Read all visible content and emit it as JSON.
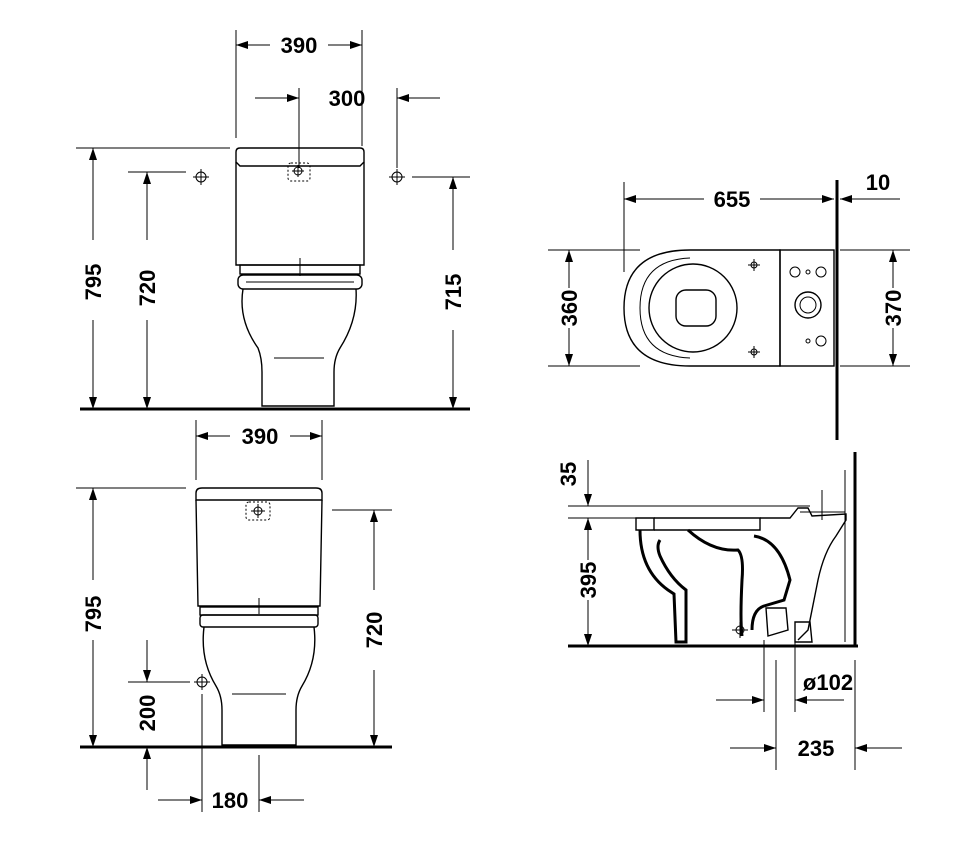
{
  "front_view": {
    "width_tank": "390",
    "fixing_spacing": "300",
    "total_height": "795",
    "tank_height": "720",
    "fixing_height": "715"
  },
  "side_view": {
    "width_tank": "390",
    "total_height": "795",
    "tank_height": "720",
    "supply_height": "200",
    "supply_offset": "180"
  },
  "top_view": {
    "length": "655",
    "wall_gap": "10",
    "bowl_width": "360",
    "tank_width": "370"
  },
  "section_view": {
    "seat_thickness": "35",
    "seat_height": "395",
    "outlet_diameter": "ø102",
    "outlet_distance": "235"
  }
}
